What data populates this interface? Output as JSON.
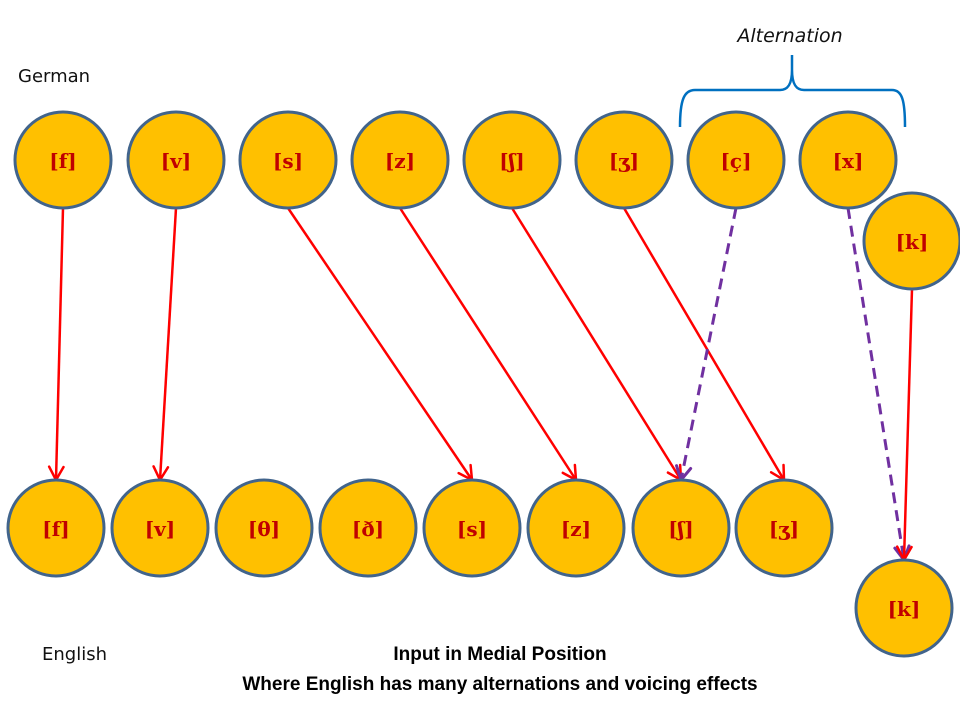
{
  "labels": {
    "german": "German",
    "english": "English",
    "bracket": "Alternation",
    "caption_line1": "Input in Medial Position",
    "caption_line2": "Where English has many alternations and voicing effects"
  },
  "colors": {
    "node_fill": "#FFC000",
    "node_stroke": "#41648C",
    "node_text": "#C00000",
    "solid_edge": "#FF0000",
    "dashed_edge": "#7030A0",
    "bracket": "#0070C0"
  },
  "german_nodes": [
    {
      "id": "g-f",
      "label": "[f]"
    },
    {
      "id": "g-v",
      "label": "[v]"
    },
    {
      "id": "g-s",
      "label": "[s]"
    },
    {
      "id": "g-z",
      "label": "[z]"
    },
    {
      "id": "g-sh",
      "label": "[ʃ]"
    },
    {
      "id": "g-zh",
      "label": "[ʒ]"
    },
    {
      "id": "g-c",
      "label": "[ç]"
    },
    {
      "id": "g-x",
      "label": "[x]"
    },
    {
      "id": "g-k",
      "label": "[k]"
    }
  ],
  "english_nodes": [
    {
      "id": "e-f",
      "label": "[f]"
    },
    {
      "id": "e-v",
      "label": "[v]"
    },
    {
      "id": "e-th",
      "label": "[θ]"
    },
    {
      "id": "e-dh",
      "label": "[ð]"
    },
    {
      "id": "e-s",
      "label": "[s]"
    },
    {
      "id": "e-z",
      "label": "[z]"
    },
    {
      "id": "e-sh",
      "label": "[ʃ]"
    },
    {
      "id": "e-zh",
      "label": "[ʒ]"
    },
    {
      "id": "e-k",
      "label": "[k]"
    }
  ],
  "edges": [
    {
      "from": "g-f",
      "to": "e-f",
      "style": "solid"
    },
    {
      "from": "g-v",
      "to": "e-v",
      "style": "solid"
    },
    {
      "from": "g-s",
      "to": "e-s",
      "style": "solid"
    },
    {
      "from": "g-z",
      "to": "e-z",
      "style": "solid"
    },
    {
      "from": "g-sh",
      "to": "e-sh",
      "style": "solid"
    },
    {
      "from": "g-zh",
      "to": "e-zh",
      "style": "solid"
    },
    {
      "from": "g-c",
      "to": "e-sh",
      "style": "dashed"
    },
    {
      "from": "g-x",
      "to": "e-k",
      "style": "dashed"
    },
    {
      "from": "g-k",
      "to": "e-k",
      "style": "solid"
    }
  ],
  "alternation_group": [
    "g-c",
    "g-x"
  ]
}
